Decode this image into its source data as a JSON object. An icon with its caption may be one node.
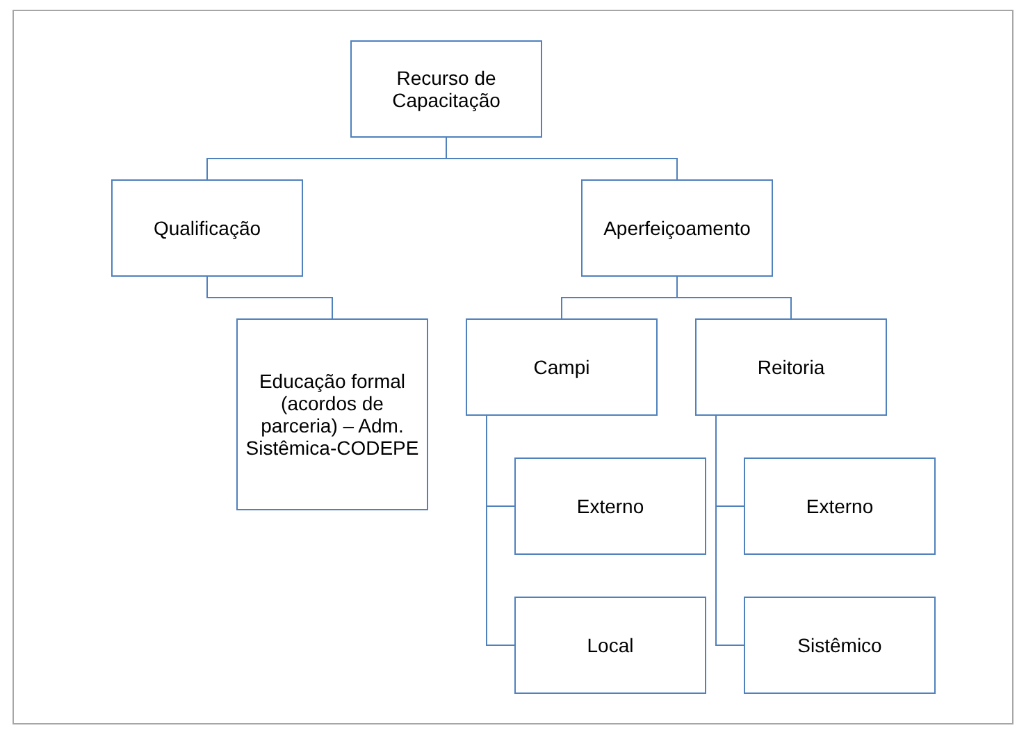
{
  "diagram": {
    "nodes": [
      {
        "text": [
          "Recurso de Capacitação"
        ]
      },
      {
        "text": [
          "Qualificação"
        ]
      },
      {
        "text": [
          "Aperfeiçoamento"
        ]
      },
      {
        "text": [
          "Educação formal (acordos de parceria) – Adm. Sistêmica-CODEPE"
        ]
      },
      {
        "text": [
          "Campi"
        ]
      },
      {
        "text": [
          "Reitoria"
        ]
      },
      {
        "text": [
          "Externo"
        ]
      },
      {
        "text": [
          "Local"
        ]
      },
      {
        "text": [
          "Externo"
        ]
      },
      {
        "text": [
          "Sistêmico"
        ]
      }
    ],
    "edges": [
      {
        "from": 0,
        "to": 1,
        "arrow": "none"
      },
      {
        "from": 0,
        "to": 2,
        "arrow": "none"
      },
      {
        "from": 1,
        "to": 3,
        "arrow": "none"
      },
      {
        "from": 2,
        "to": 4,
        "arrow": "none"
      },
      {
        "from": 2,
        "to": 5,
        "arrow": "none"
      },
      {
        "from": 4,
        "to": 6,
        "arrow": "none"
      },
      {
        "from": 4,
        "to": 7,
        "arrow": "none"
      },
      {
        "from": 5,
        "to": 8,
        "arrow": "none"
      },
      {
        "from": 5,
        "to": 9,
        "arrow": "none"
      }
    ]
  }
}
